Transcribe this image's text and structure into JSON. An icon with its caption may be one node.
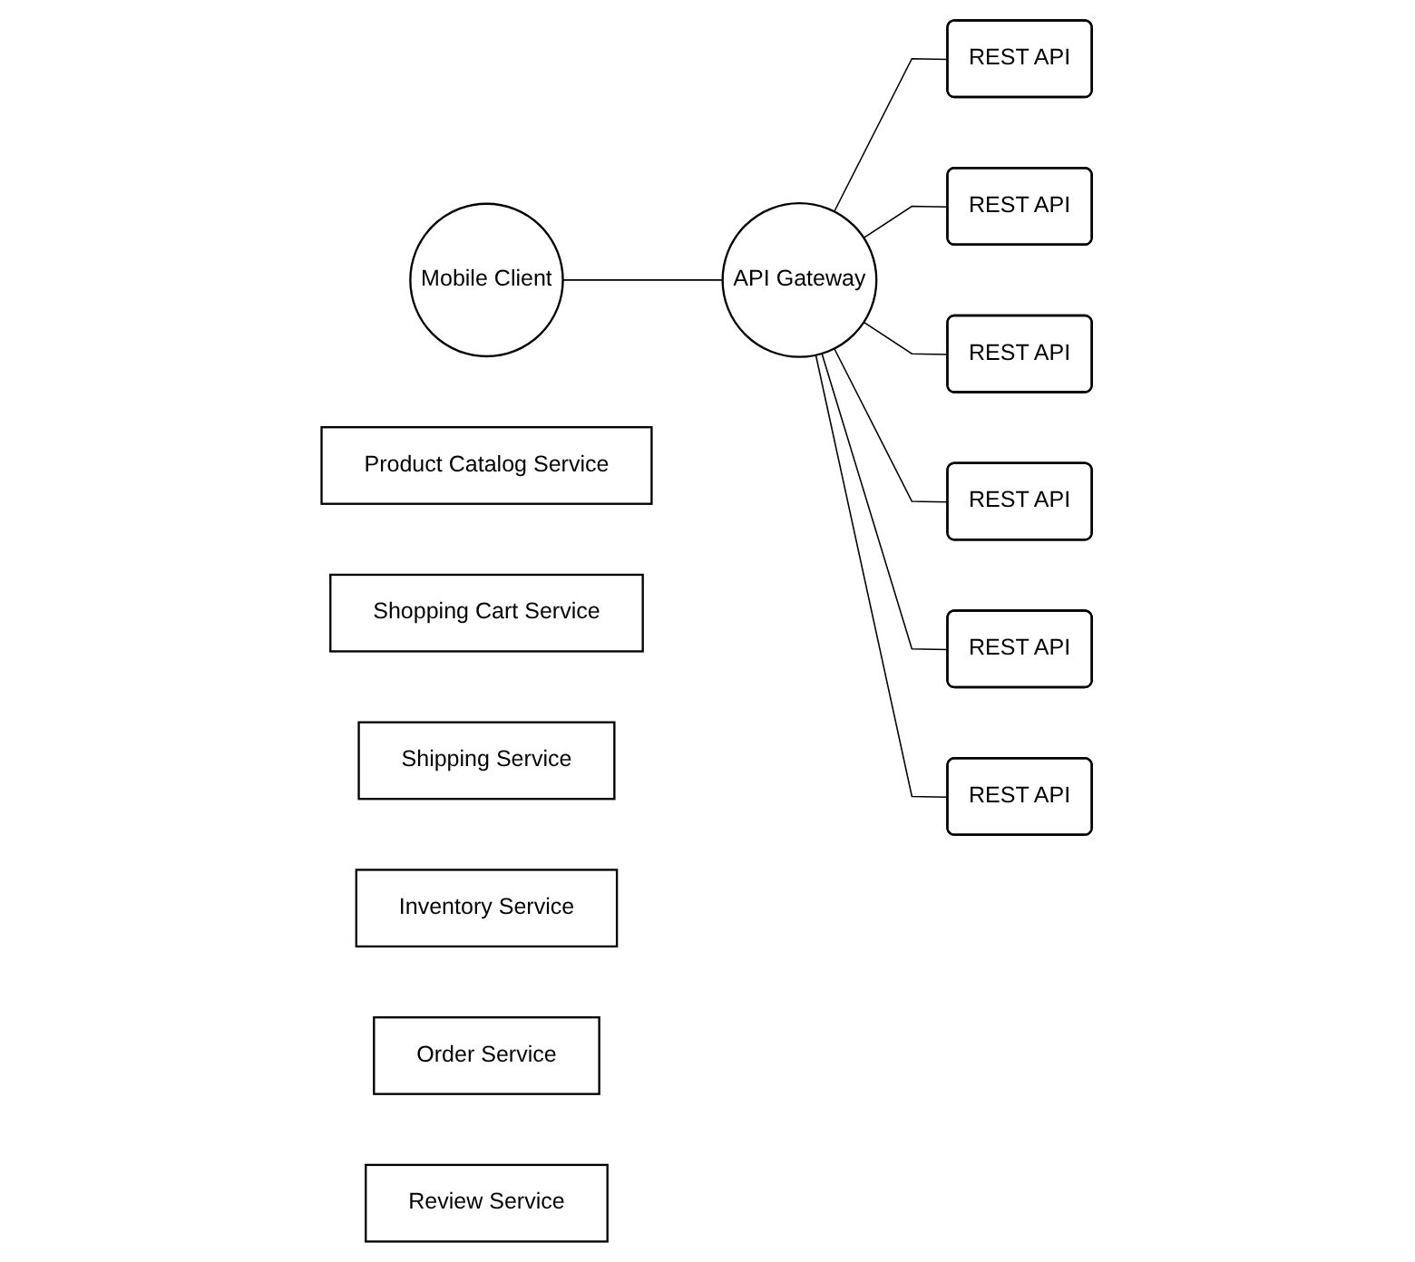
{
  "diagram": {
    "nodes": [
      {
        "text": [
          "Mobile Client"
        ]
      },
      {
        "text": [
          "API Gateway"
        ]
      },
      {
        "text": [
          "Product Catalog Service"
        ]
      },
      {
        "text": [
          "REST API"
        ]
      },
      {
        "text": [
          "Shopping Cart Service"
        ]
      },
      {
        "text": [
          "REST API"
        ]
      },
      {
        "text": [
          "Shipping Service"
        ]
      },
      {
        "text": [
          "REST API"
        ]
      },
      {
        "text": [
          "Inventory Service"
        ]
      },
      {
        "text": [
          "REST API"
        ]
      },
      {
        "text": [
          "Order Service"
        ]
      },
      {
        "text": [
          "REST API"
        ]
      },
      {
        "text": [
          "Review Service"
        ]
      },
      {
        "text": [
          "REST API"
        ]
      }
    ],
    "edges": [
      {
        "from": 0,
        "to": 1,
        "arrow": "none"
      },
      {
        "from": 1,
        "to": 3,
        "arrow": "none"
      },
      {
        "from": 1,
        "to": 5,
        "arrow": "none"
      },
      {
        "from": 1,
        "to": 7,
        "arrow": "none"
      },
      {
        "from": 1,
        "to": 9,
        "arrow": "none"
      },
      {
        "from": 1,
        "to": 11,
        "arrow": "none"
      },
      {
        "from": 1,
        "to": 13,
        "arrow": "none"
      }
    ]
  }
}
